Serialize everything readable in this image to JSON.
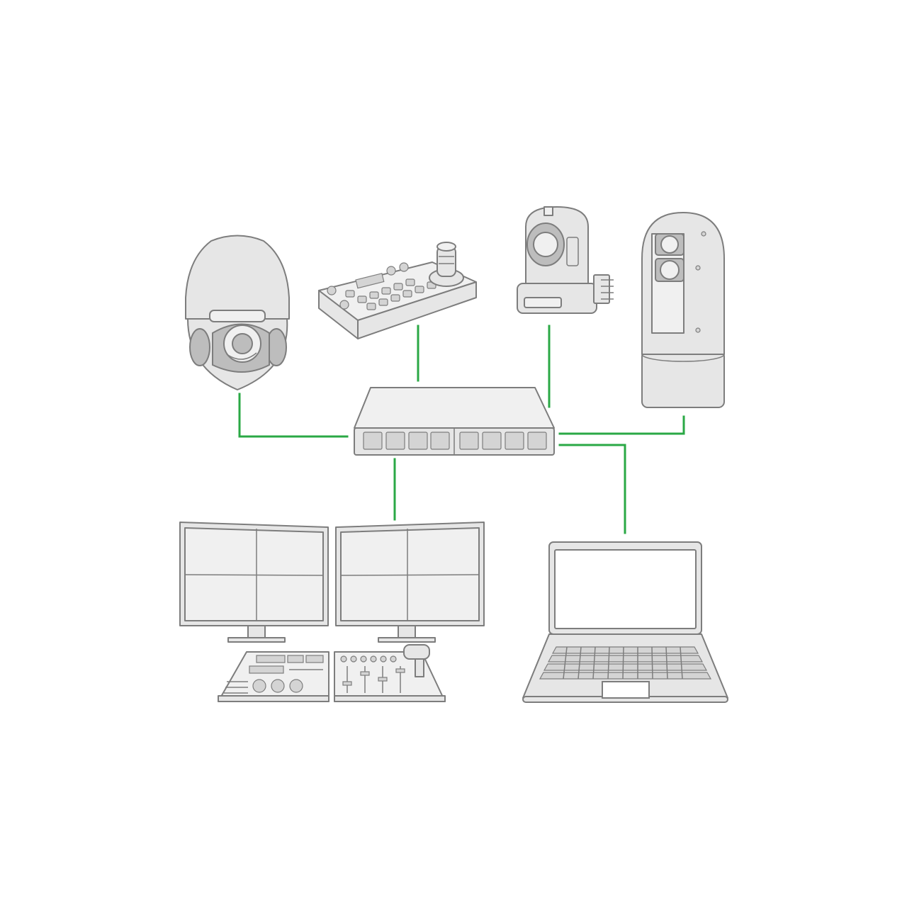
{
  "colors": {
    "link": "#2aa845",
    "device_fill": "#e6e6e6",
    "device_stroke": "#7d7d7d",
    "background": "#ffffff"
  },
  "nodes": [
    {
      "id": "network-switch",
      "icon": "network-switch-icon"
    },
    {
      "id": "dome-ptz-camera",
      "icon": "dome-camera-icon"
    },
    {
      "id": "ptz-controller",
      "icon": "joystick-controller-icon"
    },
    {
      "id": "compact-ptz-camera",
      "icon": "ptz-camera-icon"
    },
    {
      "id": "thermal-ptz-camera",
      "icon": "thermal-camera-icon"
    },
    {
      "id": "monitoring-station",
      "icon": "dual-monitor-console-icon"
    },
    {
      "id": "laptop",
      "icon": "laptop-icon"
    }
  ],
  "edges": [
    {
      "from": "dome-ptz-camera",
      "to": "network-switch"
    },
    {
      "from": "ptz-controller",
      "to": "network-switch"
    },
    {
      "from": "compact-ptz-camera",
      "to": "network-switch"
    },
    {
      "from": "thermal-ptz-camera",
      "to": "network-switch"
    },
    {
      "from": "monitoring-station",
      "to": "network-switch"
    },
    {
      "from": "laptop",
      "to": "network-switch"
    }
  ]
}
